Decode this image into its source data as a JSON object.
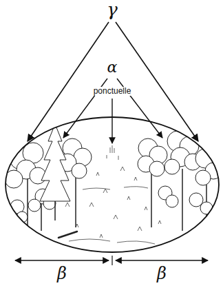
{
  "diagram": {
    "labels": [
      "γ",
      "α",
      "ponctuelle",
      "β",
      "β"
    ]
  }
}
